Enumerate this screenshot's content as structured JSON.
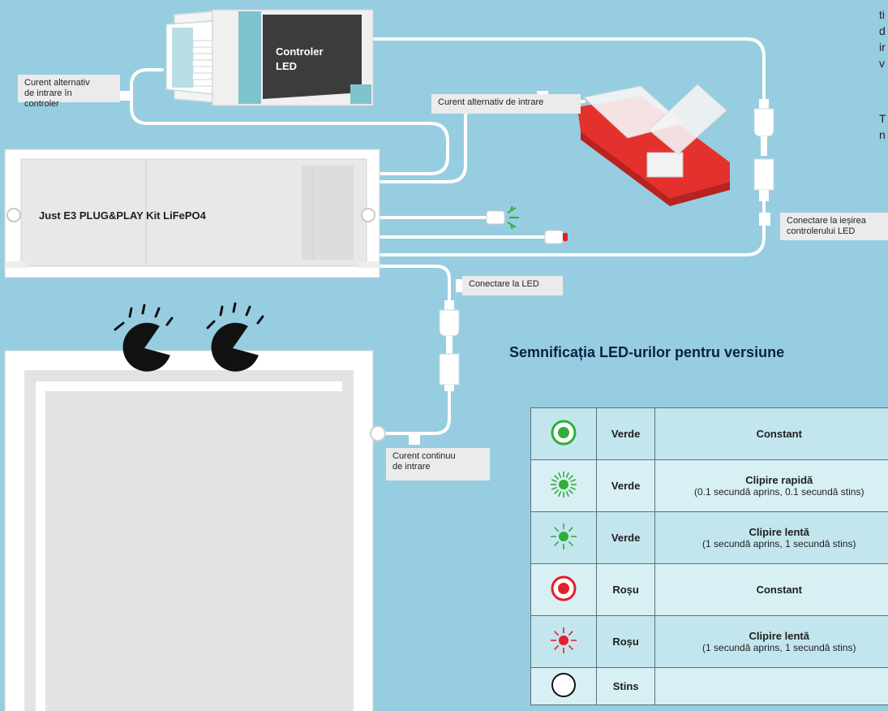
{
  "controller": {
    "title": "Controler\nLED"
  },
  "battery": {
    "name": "Just E3 PLUG&PLAY Kit LiFePO4"
  },
  "callouts": {
    "ac_into_controller": "Curent alternativ\nde intrare în\ncontroler",
    "ac_input": "Curent alternativ de intrare",
    "controller_output": "Conectare la ieșirea\ncontrolerului LED",
    "connect_led": "Conectare la LED",
    "dc_input": "Curent continuu\nde intrare"
  },
  "side_text": {
    "fragment_1": "ti\nd\nir\nv",
    "fragment_2": "T\nn"
  },
  "legend": {
    "heading": "Semnificația LED-urilor pentru versiune",
    "rows": [
      {
        "icon": "green-solid-led-icon",
        "color": "Verde",
        "mode": "Constant",
        "detail": ""
      },
      {
        "icon": "green-fast-blink-led-icon",
        "color": "Verde",
        "mode": "Clipire rapidă",
        "detail": "(0.1 secundă aprins, 0.1 secundă stins)"
      },
      {
        "icon": "green-slow-blink-led-icon",
        "color": "Verde",
        "mode": "Clipire lentă",
        "detail": "(1 secundă aprins, 1 secundă stins)"
      },
      {
        "icon": "red-solid-led-icon",
        "color": "Roșu",
        "mode": "Constant",
        "detail": ""
      },
      {
        "icon": "red-slow-blink-led-icon",
        "color": "Roșu",
        "mode": "Clipire lentă",
        "detail": "(1 secundă aprins, 1 secundă stins)"
      },
      {
        "icon": "off-led-icon",
        "color": "Stins",
        "mode": "",
        "detail": ""
      }
    ]
  },
  "colors": {
    "background": "#97cde0",
    "green_led": "#2fae3a",
    "red_led": "#e41e2b",
    "teal": "#7fc3cc"
  }
}
